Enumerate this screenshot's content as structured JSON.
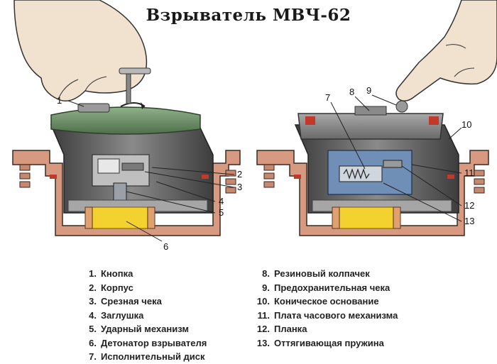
{
  "title": "Взрыватель МВЧ-62",
  "callouts": [
    "1",
    "2",
    "3",
    "4",
    "5",
    "6",
    "7",
    "8",
    "9",
    "10",
    "11",
    "12",
    "13"
  ],
  "legend_left": [
    {
      "num": "1.",
      "label": "Кнопка"
    },
    {
      "num": "2.",
      "label": "Корпус"
    },
    {
      "num": "3.",
      "label": "Срезная чека"
    },
    {
      "num": "4.",
      "label": "Заглушка"
    },
    {
      "num": "5.",
      "label": "Ударный механизм"
    },
    {
      "num": "6.",
      "label": "Детонатор взрывателя"
    },
    {
      "num": "7.",
      "label": "Исполнительный диск"
    }
  ],
  "legend_right": [
    {
      "num": "8.",
      "label": "Резиновый колпачек"
    },
    {
      "num": "9.",
      "label": "Предохранительная чека"
    },
    {
      "num": "10.",
      "label": "Коническое основание"
    },
    {
      "num": "11.",
      "label": "Плата часового механизма"
    },
    {
      "num": "12.",
      "label": "Планка"
    },
    {
      "num": "13.",
      "label": "Оттягивающая пружина"
    }
  ],
  "colors": {
    "housing": "#d79a80",
    "body": "#6f6f6f",
    "green_cap": "#6f9168",
    "detonator": "#f3d22f",
    "clock_plate": "#6f8fb6",
    "skin": "#f1e1cf"
  }
}
